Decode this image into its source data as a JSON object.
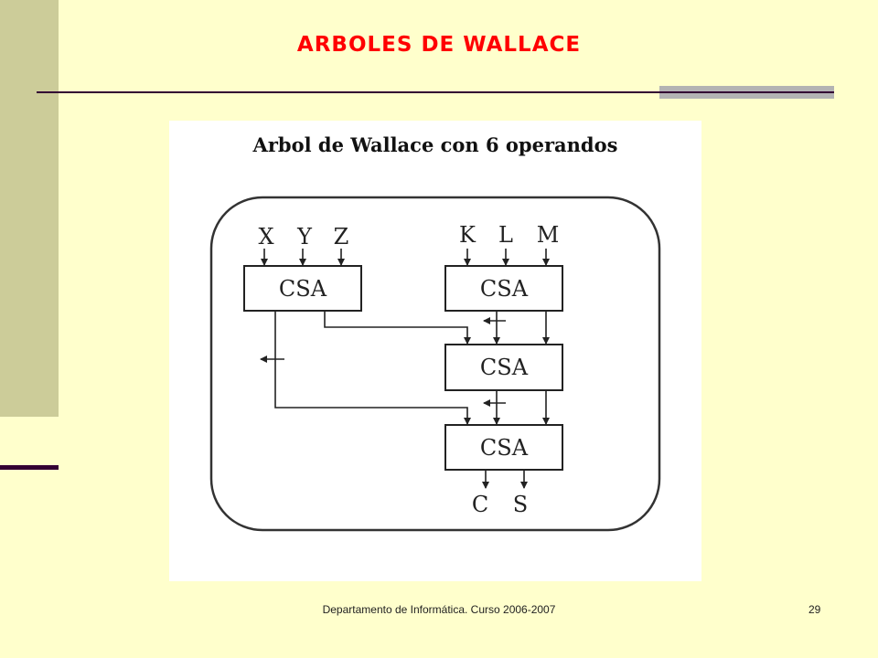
{
  "slide": {
    "title": "ARBOLES DE WALLACE",
    "footer": "Departamento de Informática. Curso 2006-2007",
    "page_number": "29"
  },
  "figure": {
    "title": "Arbol de Wallace con 6 operandos",
    "inputs_left": [
      "X",
      "Y",
      "Z"
    ],
    "inputs_right": [
      "K",
      "L",
      "M"
    ],
    "csa_label": "CSA",
    "outputs": [
      "C",
      "S"
    ]
  }
}
